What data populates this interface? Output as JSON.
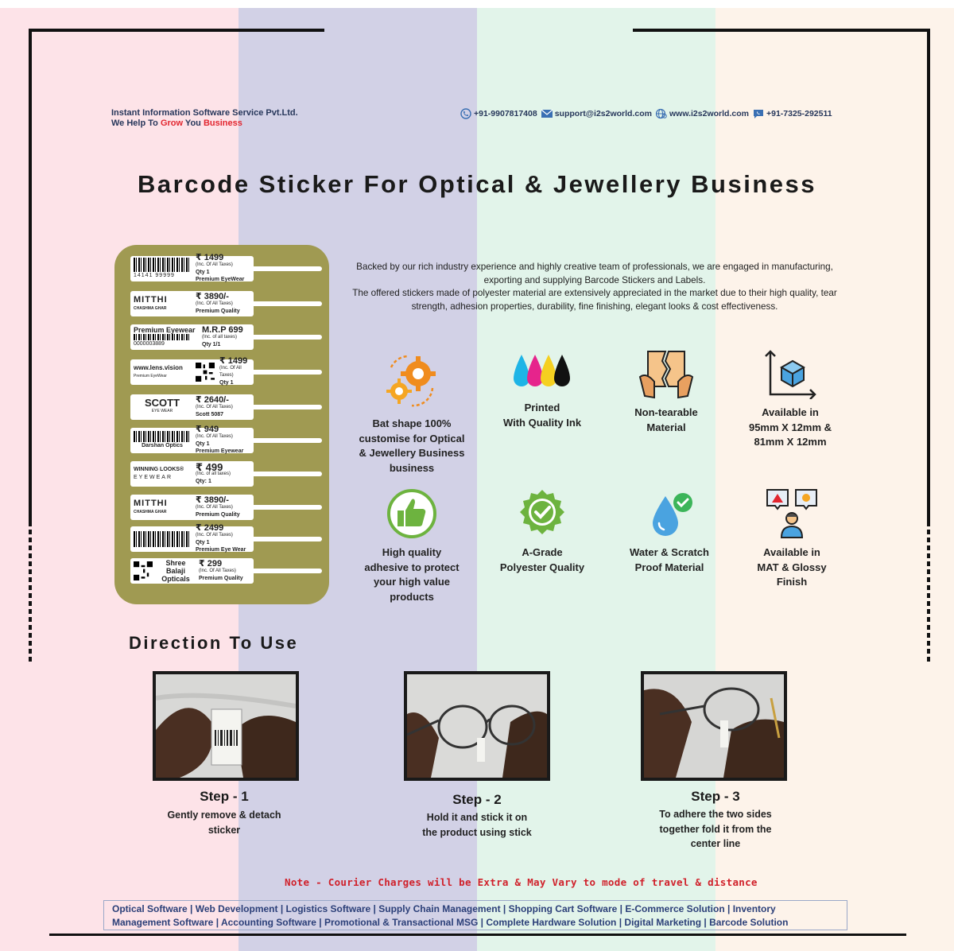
{
  "colors": {
    "band_pink": "#fde3e8",
    "band_purple": "#d2d1e6",
    "band_mint": "#e2f4ea",
    "band_cream": "#fdf3ea",
    "navy": "#27375b",
    "red": "#e2262f",
    "tag_panel": "#a09a52"
  },
  "header": {
    "company_name": "Instant Information Software Service Pvt.Ltd.",
    "tagline_prefix": "We Help To",
    "tagline_grow": "Grow",
    "tagline_you": "You",
    "tagline_business": "Business",
    "phone": "+91-9907817408",
    "email": "support@i2s2world.com",
    "website": "www.i2s2world.com",
    "whatsapp": "+91-7325-292511"
  },
  "title": "Barcode Sticker For Optical & Jewellery Business",
  "intro": {
    "p1": "Backed by our rich industry experience and highly creative team of professionals, we are engaged in manufacturing, exporting and supplying Barcode Stickers and Labels.",
    "p2": "The offered stickers made of polyester material are extensively appreciated in the market due to their high quality, tear strength, adhesion properties, durability, fine finishing, elegant looks & cost effectiveness."
  },
  "tags": [
    {
      "left_num": "14141 99999",
      "price": "₹ 1499",
      "small": "(Inc. Of All Taxes)",
      "line1": "Qty  1",
      "line2": "Premium EyeWear"
    },
    {
      "left": "MITTHI",
      "left_sub": "CHASHMA GHAR",
      "price": "₹ 3890/-",
      "small": "(Inc. Of All Taxes)",
      "line1": "Premium Quality"
    },
    {
      "left": "Premium Eyewear",
      "left_num": "0000003889",
      "price": "M.R.P 699",
      "small": "(Inc. of all taxes)",
      "line1": "Qty   1/1"
    },
    {
      "left": "www.lens.vision",
      "left_sub": "Premium EyeWear",
      "price": "₹ 1499",
      "small": "(Inc. Of All Taxes)",
      "line1": "Qty  1"
    },
    {
      "left": "SCOTT",
      "left_sub": "EYE WEAR",
      "price": "₹ 2640/-",
      "small": "(Inc. Of All Taxes)",
      "line1": "Scott 5087"
    },
    {
      "left_sub": "Darshan Optics",
      "price": "₹ 949",
      "small": "(Inc. Of All Taxes)",
      "line1": "Qty  1",
      "line2": "Premium Eyewear"
    },
    {
      "left": "WINNING LOOKS®",
      "left_sub": "EYEWEAR",
      "price": "₹ 499",
      "small": "(Inc. of all taxes)",
      "line1": "Qty: 1"
    },
    {
      "left": "MITTHI",
      "left_sub": "CHASHMA GHAR",
      "price": "₹ 3890/-",
      "small": "(Inc. Of All Taxes)",
      "line1": "Premium Quality"
    },
    {
      "price": "₹ 2499",
      "small": "(Inc. Of All Taxes)",
      "line1": "Qty  1",
      "line2": "Premium Eye Wear"
    },
    {
      "left": "Shree Balaji Opticals",
      "price": "₹ 299",
      "small": "(Inc. Of All Taxes)",
      "line1": "Premium Quality"
    }
  ],
  "features": [
    {
      "icon": "gears-icon",
      "l1": "Bat shape 100%",
      "l2": "customise for Optical",
      "l3": "& Jewellery Business",
      "l4": "business"
    },
    {
      "icon": "ink-drops-icon",
      "l1": "Printed",
      "l2": "With Quality Ink"
    },
    {
      "icon": "tear-paper-icon",
      "l1": "Non-tearable",
      "l2": "Material"
    },
    {
      "icon": "box-dimension-icon",
      "l1": "Available in",
      "l2": "95mm X 12mm &",
      "l3": "81mm X 12mm"
    },
    {
      "icon": "thumbs-up-icon",
      "l1": "High quality",
      "l2": "adhesive to protect",
      "l3": "your  high value",
      "l4": "products"
    },
    {
      "icon": "quality-badge-icon",
      "l1": "A-Grade",
      "l2": "Polyester Quality"
    },
    {
      "icon": "water-drop-check-icon",
      "l1": "Water & Scratch",
      "l2": "Proof Material"
    },
    {
      "icon": "person-choice-icon",
      "l1": "Available in",
      "l2": "MAT & Glossy",
      "l3": "Finish"
    }
  ],
  "direction_title": "Direction To Use",
  "steps": [
    {
      "title": "Step - 1",
      "d1": "Gently remove & detach",
      "d2": "sticker"
    },
    {
      "title": "Step - 2",
      "d1": "Hold it and stick it on",
      "d2": "the product using stick"
    },
    {
      "title": "Step - 3",
      "d1": "To adhere the two sides",
      "d2": "together fold it from the",
      "d3": "center line"
    }
  ],
  "note": "Note - Courier Charges will be Extra & May Vary to mode of travel & distance",
  "services": {
    "line1": "Optical Software  |  Web Development  |  Logistics Software  |  Supply Chain Management  |  Shopping Cart Software  |  E-Commerce Solution  |  Inventory",
    "line2": "Management Software  |  Accounting Software  |  Promotional  & Transactional MSG  |  Complete Hardware Solution  |  Digital Marketing  |  Barcode Solution"
  }
}
